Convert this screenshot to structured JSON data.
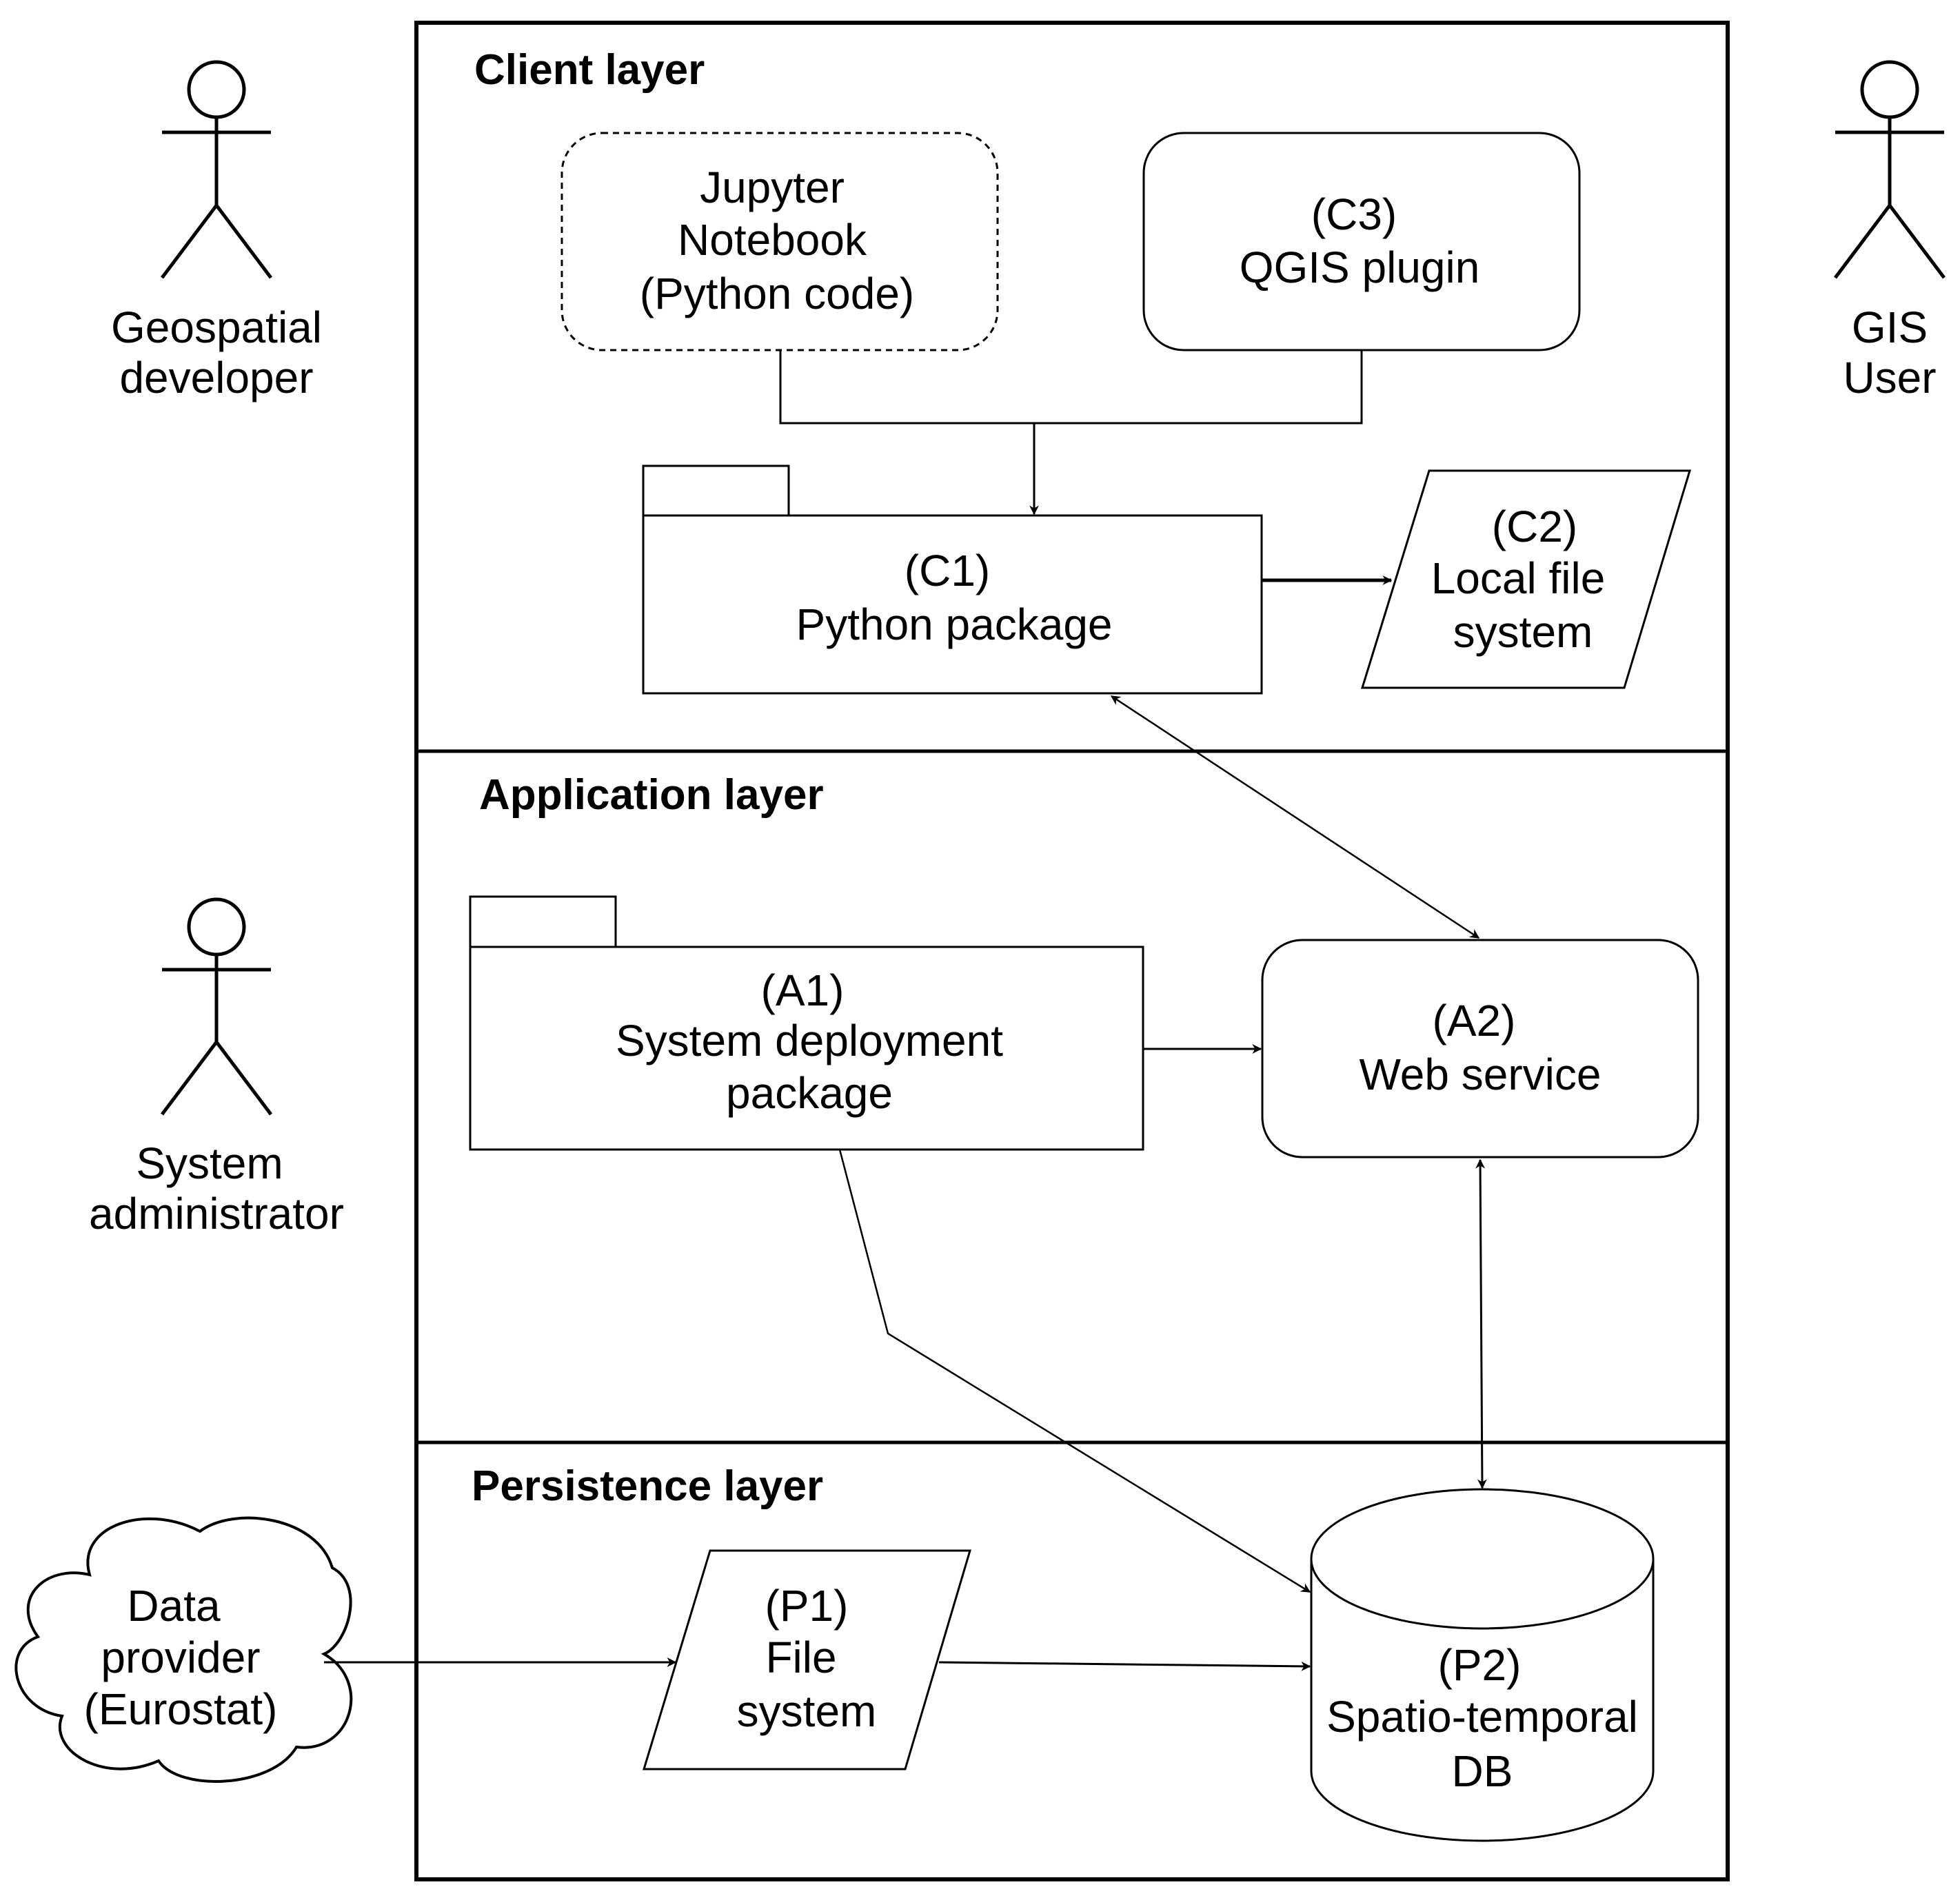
{
  "layers": {
    "client": "Client layer",
    "application": "Application layer",
    "persistence": "Persistence layer"
  },
  "actors": {
    "geo_developer": [
      "Geospatial",
      "developer"
    ],
    "gis_user": [
      "GIS",
      "User"
    ],
    "sys_admin": [
      "System",
      "administrator"
    ]
  },
  "cloud": [
    "Data",
    "provider",
    "(Eurostat)"
  ],
  "nodes": {
    "jupyter": [
      "Jupyter",
      "Notebook",
      "(Python code)"
    ],
    "c3": [
      "(C3)",
      "QGIS plugin"
    ],
    "c1": [
      "(C1)",
      "Python package"
    ],
    "c2": [
      "(C2)",
      "Local file",
      "system"
    ],
    "a1": [
      "(A1)",
      "System deployment",
      "package"
    ],
    "a2": [
      "(A2)",
      "Web service"
    ],
    "p1": [
      "(P1)",
      "File",
      "system"
    ],
    "p2": [
      "(P2)",
      "Spatio-temporal",
      "DB"
    ]
  }
}
